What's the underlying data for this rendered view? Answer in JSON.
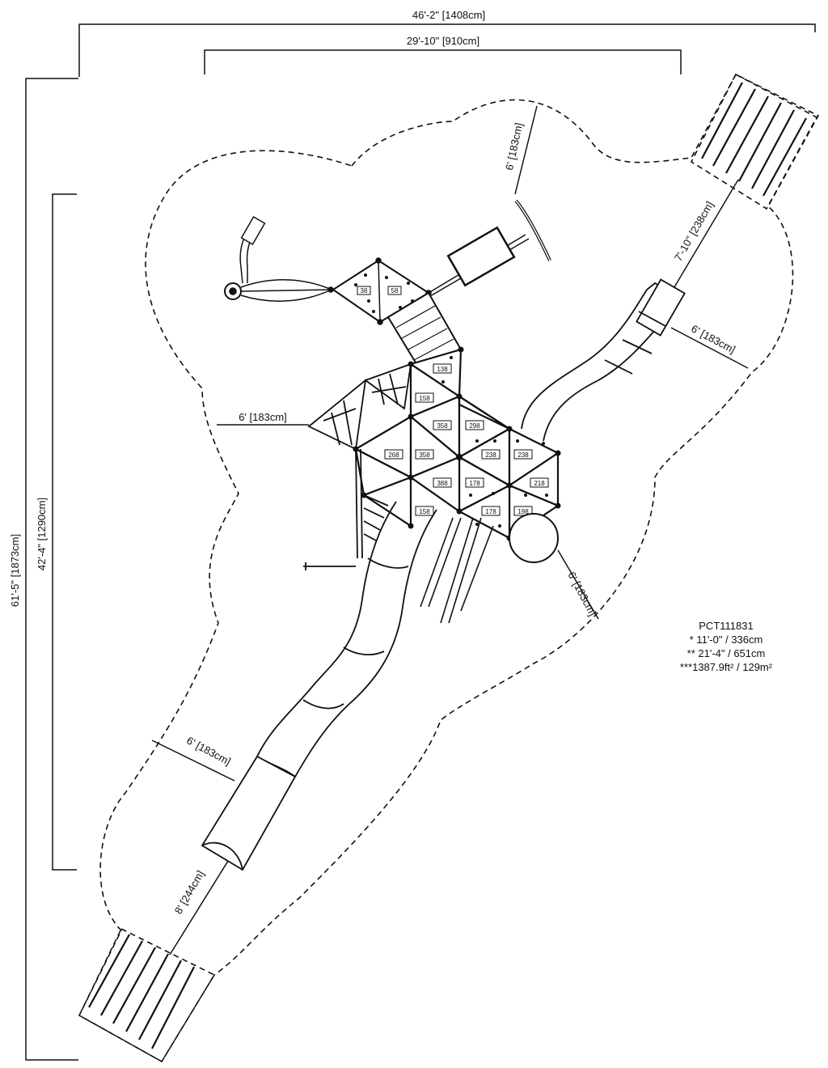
{
  "dimensions": {
    "overall_width": "46'-2\" [1408cm]",
    "equipment_width": "29'-10\" [910cm]",
    "overall_length": "61'-5\" [1873cm]",
    "equipment_length": "42'-4\" [1290cm]",
    "clearance_top": "6' [183cm]",
    "clearance_slide_end": "7'-10\" [238cm]",
    "clearance_right": "6' [183cm]",
    "clearance_left": "6' [183cm]",
    "clearance_lower_right": "6' [183cm]",
    "clearance_lower_left": "6' [183cm]",
    "clearance_slide_exit": "8' [244cm]"
  },
  "product": {
    "model": "PCT111831",
    "height_1": "* 11'-0\" / 336cm",
    "height_2": "** 21'-4\" / 651cm",
    "area": "***1387.9ft² / 129m²"
  },
  "deck_labels": [
    "38",
    "58",
    "138",
    "158",
    "358",
    "298",
    "268",
    "358",
    "238",
    "238",
    "388",
    "178",
    "218",
    "158",
    "178",
    "198"
  ]
}
